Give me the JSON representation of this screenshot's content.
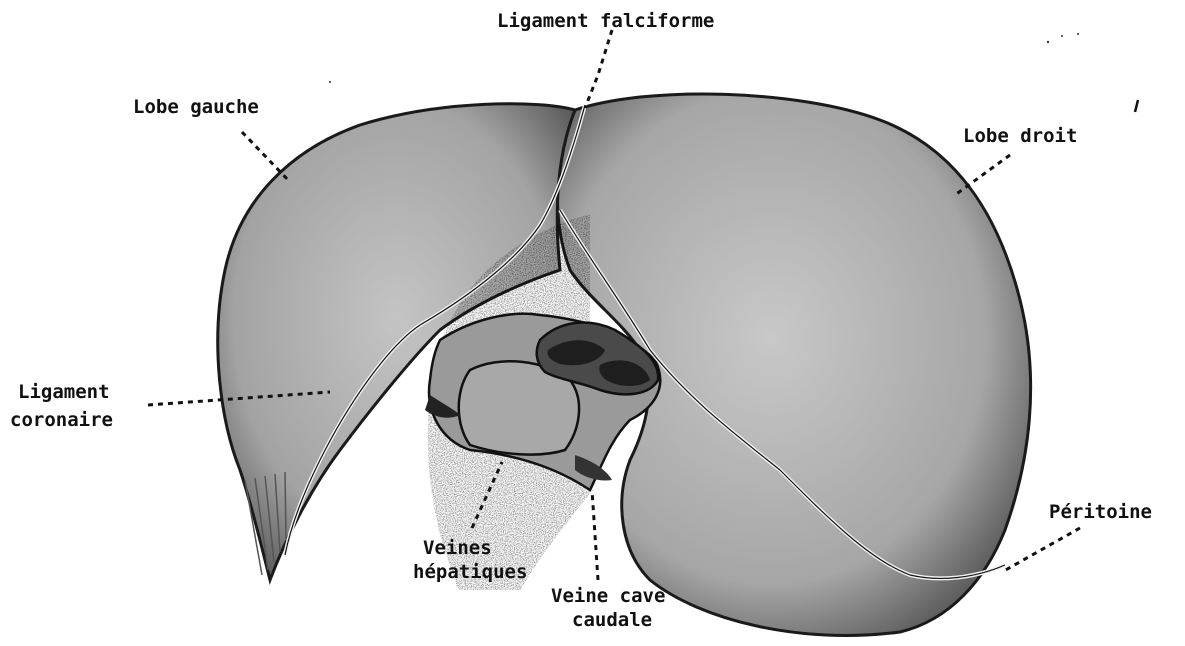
{
  "labels": {
    "falciform": "Ligament falciforme",
    "left_lobe": "Lobe gauche",
    "right_lobe": "Lobe droit",
    "coronary_1": "Ligament",
    "coronary_2": "coronaire",
    "hepatic_veins_1": "Veines",
    "hepatic_veins_2": "hépatiques",
    "vena_cava_1": "Veine cave",
    "vena_cava_2": "caudale",
    "peritoneum": "Péritoine"
  },
  "colors": {
    "ink": "#111111",
    "tissue_light": "#bdbdbd",
    "tissue_mid": "#8e8e8e",
    "tissue_dark": "#3a3a3a",
    "background": "#ffffff"
  }
}
